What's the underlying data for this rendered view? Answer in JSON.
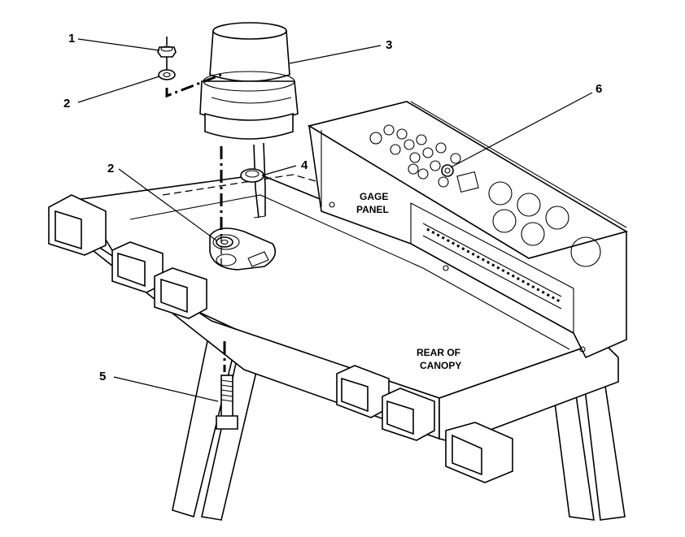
{
  "callouts": [
    {
      "id": "1",
      "part": "nut"
    },
    {
      "id": "2",
      "part": "washer-upper"
    },
    {
      "id": "3",
      "part": "beacon-light"
    },
    {
      "id": "2",
      "part": "washer-lower"
    },
    {
      "id": "4",
      "part": "grommet"
    },
    {
      "id": "5",
      "part": "bolt"
    },
    {
      "id": "6",
      "part": "gage-panel-fastener"
    }
  ],
  "labels": {
    "gage_panel_line1": "GAGE",
    "gage_panel_line2": "PANEL",
    "rear_line1": "REAR  OF",
    "rear_line2": "CANOPY"
  }
}
